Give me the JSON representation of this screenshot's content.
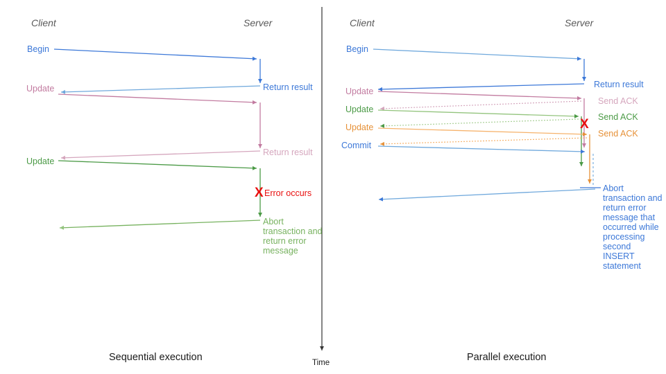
{
  "figure": {
    "title": "Sequential vs parallel transaction execution sequence diagram",
    "divider_label": "Time",
    "background": "#ffffff"
  },
  "colors": {
    "blue": "#3c78d8",
    "blue_light": "#6fa8dc",
    "pink": "#c27ba0",
    "pink_light": "#d5a6bd",
    "green": "#4b9a46",
    "green_light": "#93c47d",
    "orange": "#e69138",
    "orange_light": "#f6b26b",
    "red": "#e8100f",
    "gray_header": "#595959",
    "black": "#1a1a1a"
  },
  "panels": {
    "left": {
      "caption": "Sequential execution",
      "client_header": "Client",
      "server_header": "Server",
      "client_labels": [
        {
          "text": "Begin",
          "color": "blue"
        },
        {
          "text": "Update",
          "color": "pink"
        },
        {
          "text": "Update",
          "color": "green"
        }
      ],
      "server_labels": [
        {
          "text": "Return result",
          "color": "blue"
        },
        {
          "text": "Return result",
          "color": "pink"
        },
        {
          "text": "Error occurs",
          "color": "red"
        },
        {
          "text": "Abort\ntransaction\nand return\nerror message",
          "color": "green"
        }
      ],
      "error_marker": "X"
    },
    "right": {
      "caption": "Parallel execution",
      "client_header": "Client",
      "server_header": "Server",
      "client_labels": [
        {
          "text": "Begin",
          "color": "blue"
        },
        {
          "text": "Update",
          "color": "pink"
        },
        {
          "text": "Update",
          "color": "green"
        },
        {
          "text": "Update",
          "color": "orange"
        },
        {
          "text": "Commit",
          "color": "blue"
        }
      ],
      "server_labels": [
        {
          "text": "Return result",
          "color": "blue"
        },
        {
          "text": "Send ACK",
          "color": "pink"
        },
        {
          "text": "Send ACK",
          "color": "green"
        },
        {
          "text": "Send ACK",
          "color": "orange"
        },
        {
          "text": "Abort\ntransaction\nand return\nerror message\nthat occurred\nwhile\nprocessing\nsecond\nINSERT\nstatement",
          "color": "blue"
        }
      ],
      "error_marker": "X"
    }
  }
}
